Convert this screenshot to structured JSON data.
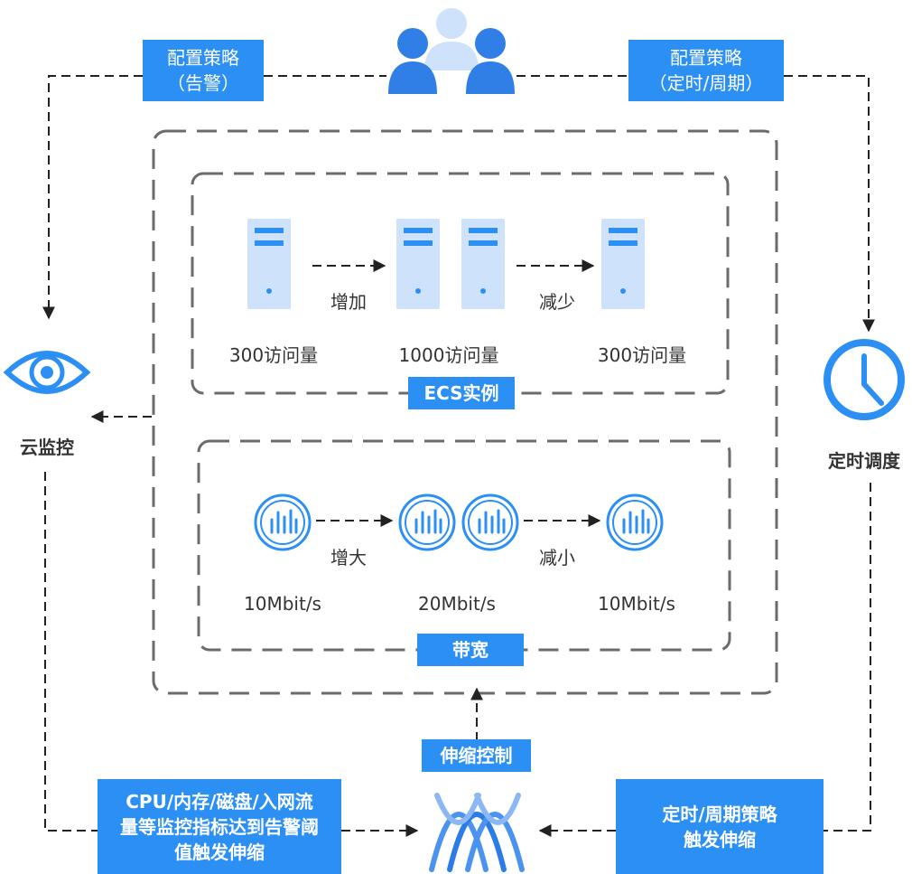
{
  "top_boxes": {
    "alarm_policy": "配置策略\n（告警）",
    "timed_policy": "配置策略\n（定时/周期）"
  },
  "left": {
    "cloud_monitor": "云监控"
  },
  "right": {
    "scheduler": "定时调度"
  },
  "ecs": {
    "title": "ECS实例",
    "increase": "增加",
    "decrease": "减少",
    "count_left": "300访问量",
    "count_mid": "1000访问量",
    "count_right": "300访问量"
  },
  "bandwidth": {
    "title": "带宽",
    "increase": "增大",
    "decrease": "减小",
    "value_left": "10Mbit/s",
    "value_mid": "20Mbit/s",
    "value_right": "10Mbit/s"
  },
  "bottom": {
    "scaling_control": "伸缩控制",
    "alarm_trigger": "CPU/内存/磁盘/入网流\n量等监控指标达到告警阈\n值触发伸缩",
    "timed_trigger": "定时/周期策略\n触发伸缩"
  },
  "colors": {
    "accent": "#2b8ff4",
    "icon_blue": "#3d8ef0",
    "server_light": "#cfe2fb",
    "dash_gray": "#6b6b6b"
  },
  "icons": [
    "users-icon",
    "eye-monitor-icon",
    "clock-icon",
    "server-icon",
    "bandwidth-icon",
    "scaling-wave-icon"
  ]
}
